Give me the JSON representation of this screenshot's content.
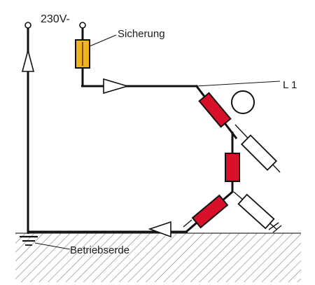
{
  "labels": {
    "voltage": "230V-",
    "fuse": "Sicherung",
    "phase": "L 1",
    "ground": "Betriebserde"
  },
  "colors": {
    "fuse": "#f3b31e",
    "resistance": "#d9102a",
    "line": "#111111",
    "hatch": "#555555"
  },
  "icons": [
    "arrow-up-icon",
    "arrow-right-icon",
    "arrow-left-icon",
    "ground-symbol-icon",
    "terminal-icon",
    "head-icon"
  ]
}
